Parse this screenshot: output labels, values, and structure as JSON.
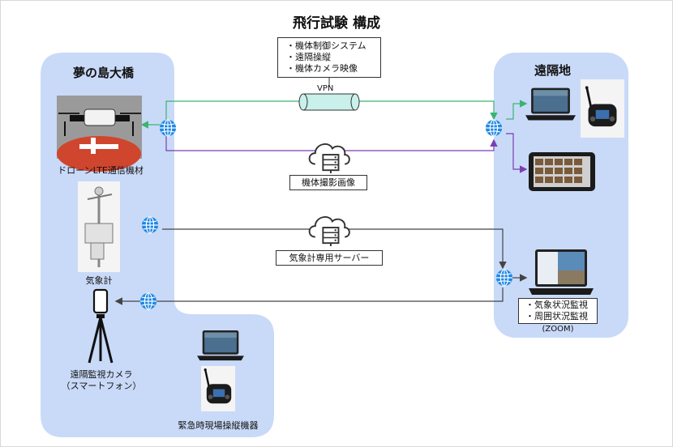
{
  "title": "飛行試験 構成",
  "region_island": {
    "label": "夢の島大橋"
  },
  "region_remote": {
    "label": "遠隔地"
  },
  "features_box": {
    "items": [
      "・機体制御システム",
      "・遠隔操縦",
      "・機体カメラ映像"
    ]
  },
  "vpn_label": "VPN",
  "server_video_label": "機体撮影画像",
  "server_weather_label": "気象計専用サーバー",
  "drone_caption": "ドローンLTE通信機材",
  "weather_caption": "気象計",
  "camera_caption": [
    "遠隔監視カメラ",
    "（スマートフォン）"
  ],
  "emergency_caption": "緊急時現場操縦機器",
  "monitoring_box": {
    "items": [
      "・気象状況監視",
      "・周囲状況監視"
    ]
  },
  "zoom_label": "(ZOOM)",
  "colors": {
    "region_fill": "#c9daf8",
    "line_green": "#3cb371",
    "line_purple": "#7a3fb0",
    "line_dark": "#444444",
    "globe": "#1e88e5"
  }
}
